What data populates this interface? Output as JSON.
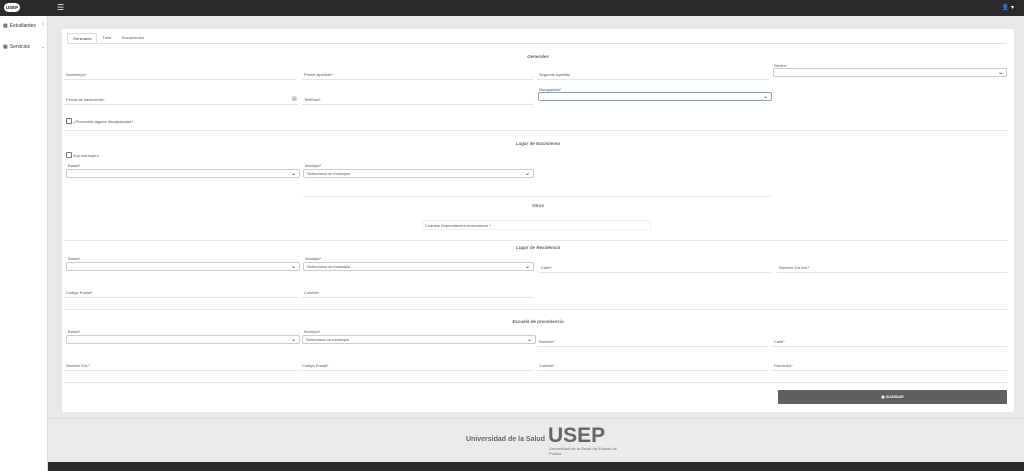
{
  "topbar": {
    "logo": "USEP",
    "menu_icon": "hamburger-icon",
    "user_icon": "user-icon",
    "user_caret": "▾"
  },
  "sidebar": {
    "items": [
      {
        "label": "Estudiantes",
        "icon": "users-icon"
      },
      {
        "label": "Servicios",
        "icon": "list-icon"
      }
    ]
  },
  "tabs": [
    {
      "label": "Generales",
      "active": true
    },
    {
      "label": "Tutor",
      "active": false
    },
    {
      "label": "Documentos",
      "active": false
    }
  ],
  "sections": {
    "generales": "Generales",
    "nacimiento": "Lugar de Nacimiento",
    "otros": "Otros",
    "residencia": "Lugar de Residencia",
    "escuela": "Escuela de procedencia"
  },
  "generales": {
    "nombre": "Nombre(s)*",
    "primer_apellido": "Primer Apellido*",
    "segundo_apellido": "Segundo Apellido",
    "genero_label": "Género*",
    "fecha_nacimiento": "Fecha de nacimiento*",
    "telefono": "Teléfono*",
    "discapacidad_label": "Discapacidad*",
    "presentas_discapacidad": "¿Presentas alguna discapacidad?"
  },
  "nacimiento": {
    "extranjero": "Soy extranjero",
    "estado_label": "Estado*",
    "municipio_label": "Municipio*",
    "municipio_value": "Selecciona un municipio"
  },
  "otros": {
    "dependientes": "Cuantos Dependientes económicos *"
  },
  "residencia": {
    "estado_label": "Estado*",
    "municipio_label": "Municipio*",
    "municipio_value": "Selecciona un municipio",
    "calle": "Calle*",
    "numero": "Número Ext./Int.*",
    "codigo_postal": "Código Postal*",
    "colonia": "Colonia*"
  },
  "escuela": {
    "estado_label": "Estado*",
    "municipio_label": "Municipio*",
    "municipio_value": "Selecciona un municipio",
    "nombre": "Nombre*",
    "calle": "Calle*",
    "numero": "Número Ext.*",
    "codigo_postal": "Código Postal*",
    "colonia": "Colonia*",
    "promedio": "Promedio*"
  },
  "save_label": "GUARDAR",
  "footer": {
    "university": "Universidad de la Salud",
    "logo": "USEP",
    "logo_sub": "Universidad de la Salud del Estado de Puebla"
  }
}
